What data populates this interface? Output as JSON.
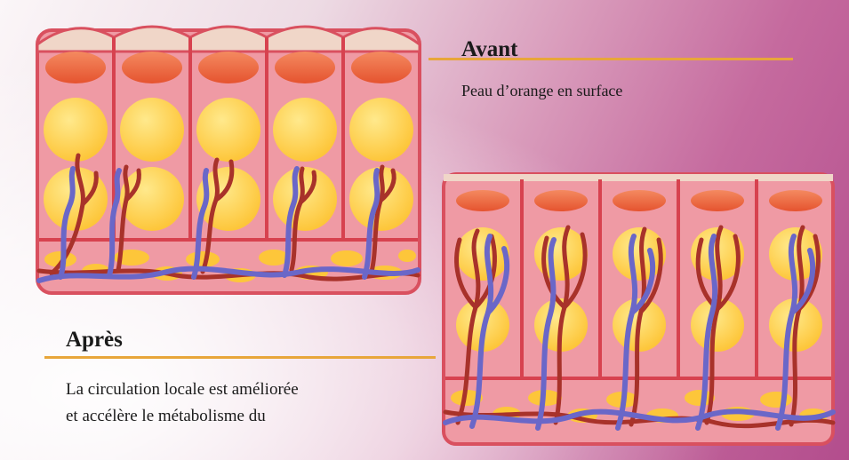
{
  "before": {
    "title": "Avant",
    "description": "Peau d’orange en surface"
  },
  "after": {
    "title": "Après",
    "description_line1": "La circulation locale est améliorée",
    "description_line2": "et accélère le métabolisme du"
  },
  "colors": {
    "skin": "#ef9aa4",
    "skin_dark": "#d9505f",
    "septum": "#d7424f",
    "fat_cell": "#fdc63a",
    "fat_cell_light": "#ffe98c",
    "nucleus": "#f06a3e",
    "vein": "#6a67c8",
    "artery": "#a8322a",
    "accent_line": "#e8a63a",
    "surface": "#f0d6c8"
  }
}
